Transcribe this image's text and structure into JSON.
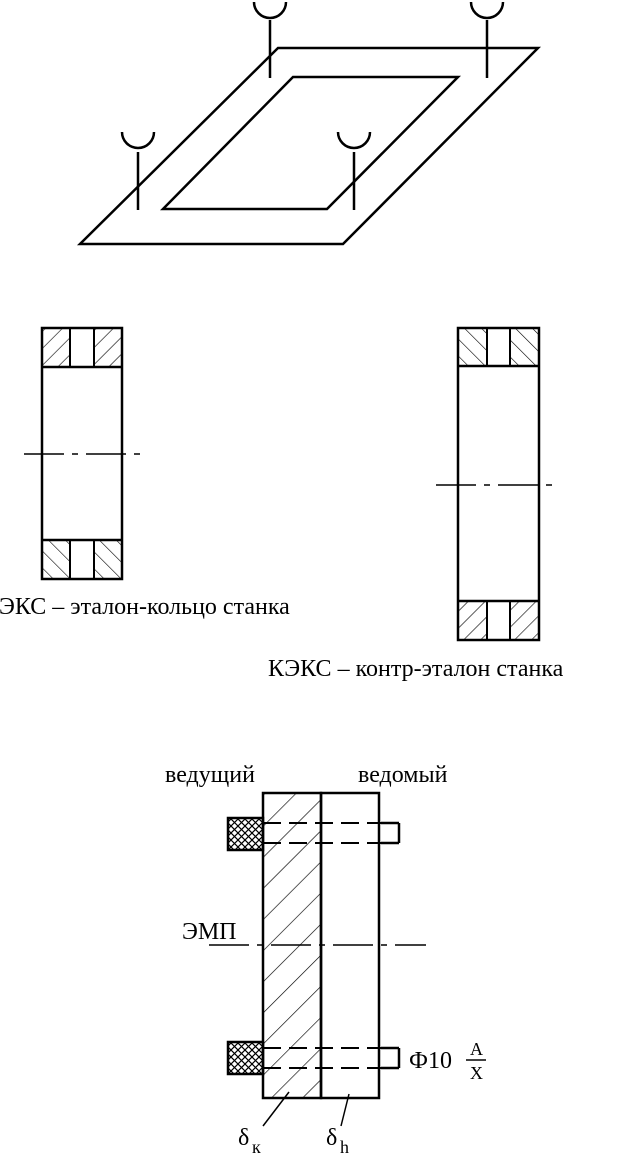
{
  "labels": {
    "eks": "ЭКС – эталон-кольцо станка",
    "keks": "КЭКС – контр-эталон станка",
    "driving": "ведущий",
    "driven": "ведомый",
    "emp": "ЭМП",
    "phi_main": "Ф10",
    "phi_num": "A",
    "phi_den": "X",
    "delta": "δ",
    "sub_k": "к",
    "sub_h": "h"
  }
}
